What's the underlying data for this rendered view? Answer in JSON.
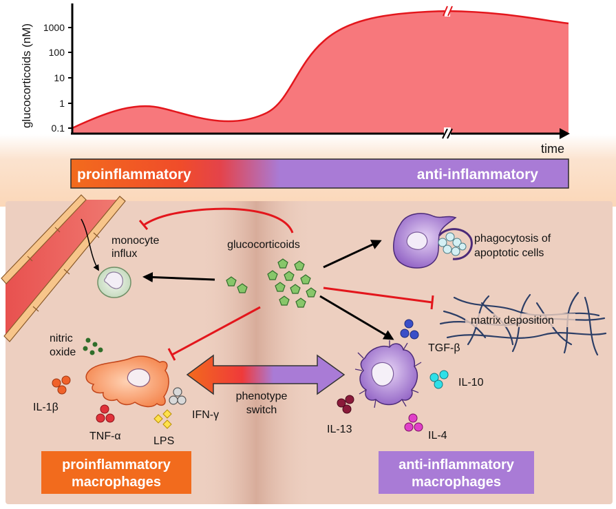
{
  "chart_data": {
    "type": "area",
    "ylabel": "glucocorticoids (nM)",
    "xlabel": "time",
    "yscale": "log",
    "yticks": [
      "1000",
      "100",
      "10",
      "1",
      "0.1"
    ],
    "axis_break": true,
    "fill_color": "#f7787c",
    "line_color": "#e3161c"
  },
  "banner": {
    "left_label": "proinflammatory",
    "right_label": "anti-inflammatory"
  },
  "diagram": {
    "glucocorticoids": "glucocorticoids",
    "monocyte_line1": "monocyte",
    "monocyte_line2": "influx",
    "phago_line1": "phagocytosis of",
    "phago_line2": "apoptotic cells",
    "matrix": "matrix deposition",
    "nitric_line1": "nitric",
    "nitric_line2": "oxide",
    "il1b": "IL-1β",
    "tnfa": "TNF-α",
    "lps": "LPS",
    "ifng": "IFN-γ",
    "phenotype_line1": "phenotype",
    "phenotype_line2": "switch",
    "il13": "IL-13",
    "il4": "IL-4",
    "il10": "IL-10",
    "tgfb": "TGF-β",
    "pro_box_line1": "proinflammatory",
    "pro_box_line2": "macrophages",
    "anti_box_line1": "anti-inflammatory",
    "anti_box_line2": "macrophages"
  },
  "colors": {
    "pro": "#f26b1d",
    "anti": "#a97bd6",
    "inhibit": "#e3161c"
  }
}
